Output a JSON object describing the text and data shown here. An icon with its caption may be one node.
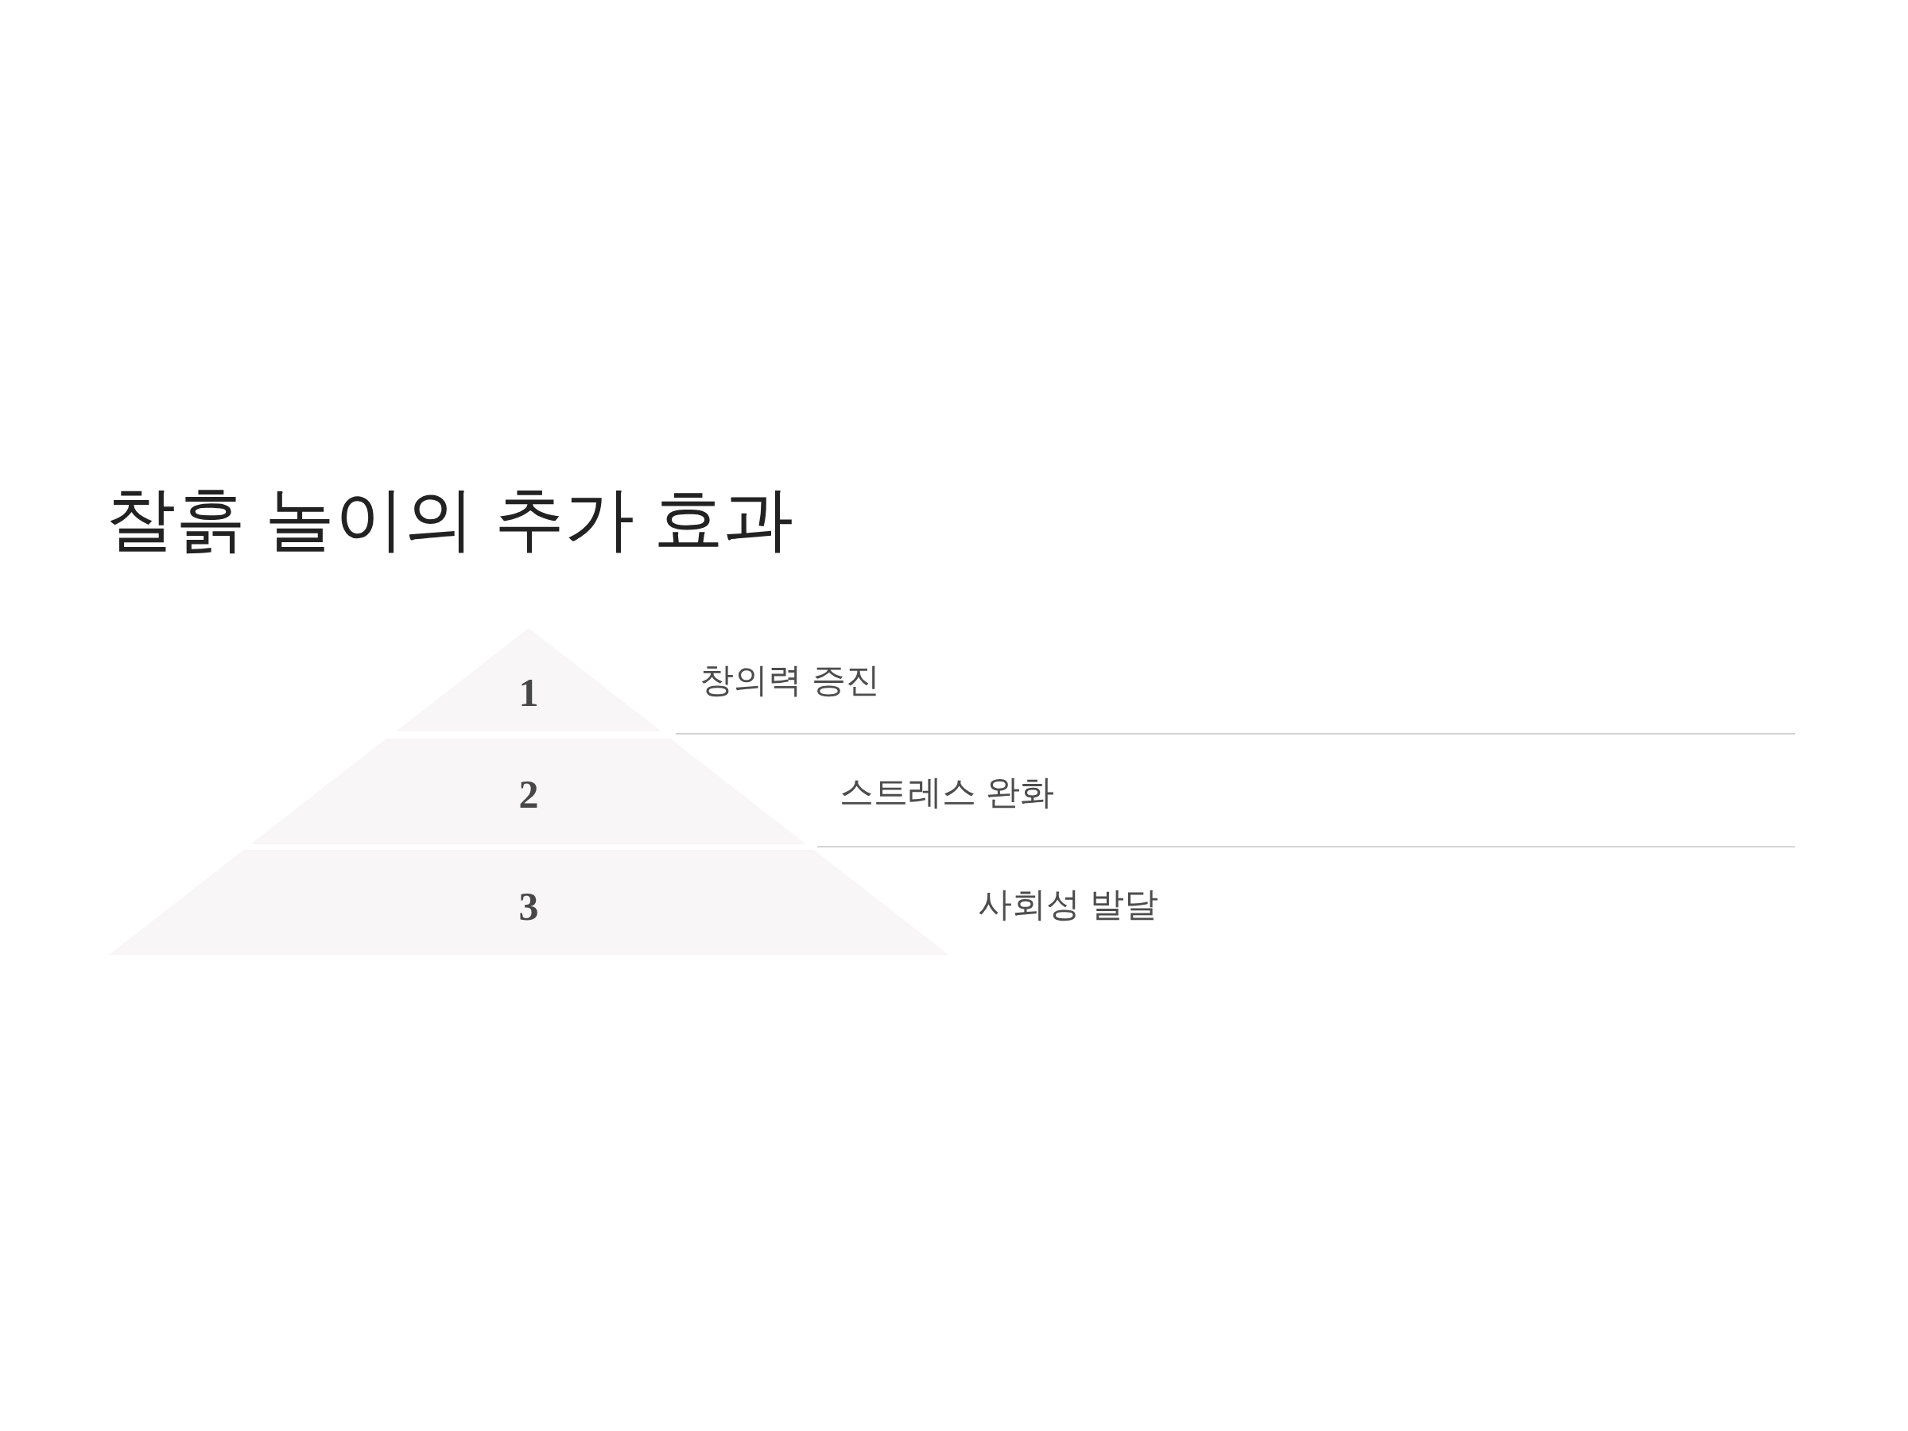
{
  "diagram": {
    "title": "찰흙 놀이의 추가 효과",
    "nodes": [
      {
        "text": [
          "1"
        ],
        "beside": [
          "창의력 증진"
        ]
      },
      {
        "text": [
          "2"
        ],
        "beside": [
          "스트레스 완화"
        ]
      },
      {
        "text": [
          "3"
        ],
        "beside": [
          "사회성 발달"
        ]
      }
    ]
  }
}
